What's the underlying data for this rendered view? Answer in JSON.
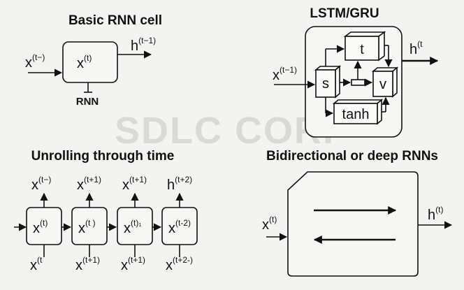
{
  "watermark": "SDLC CORP",
  "basic_rnn": {
    "title": "Basic RNN cell",
    "input_base": "x",
    "input_sup": "(t−)",
    "cell_base": "x",
    "cell_sup": "(t)",
    "output_base": "h",
    "output_sup": "(t−1)",
    "caption": "RNN"
  },
  "lstm": {
    "title": "LSTM/GRU",
    "input_base": "x",
    "input_sup": "(t−1)",
    "output_base": "h",
    "output_sup": "(t",
    "gate_top": "t",
    "gate_left": "s",
    "gate_right": "v",
    "gate_bottom": "tanh"
  },
  "unroll": {
    "title": "Unrolling through time",
    "cells": [
      {
        "top_base": "x",
        "top_sup": "(t−)",
        "mid_base": "x",
        "mid_sup": "(t)",
        "bot_base": "x",
        "bot_sup": "(t"
      },
      {
        "top_base": "x",
        "top_sup": "(t+1)",
        "mid_base": "x",
        "mid_sup": "(t )",
        "bot_base": "x",
        "bot_sup": "(t+1)"
      },
      {
        "top_base": "x",
        "top_sup": "(t+1)",
        "mid_base": "x",
        "mid_sup": "(t)₁",
        "bot_base": "x",
        "bot_sup": "(t+1)"
      },
      {
        "top_base": "h",
        "top_sup": "(t+2)",
        "mid_base": "x",
        "mid_sup": "(t-2)",
        "bot_base": "x",
        "bot_sup": "(t+2-)"
      }
    ]
  },
  "bidir": {
    "title": "Bidirectional or deep RNNs",
    "input_base": "x",
    "input_sup": "(t)",
    "output_base": "h",
    "output_sup": "(t)"
  }
}
